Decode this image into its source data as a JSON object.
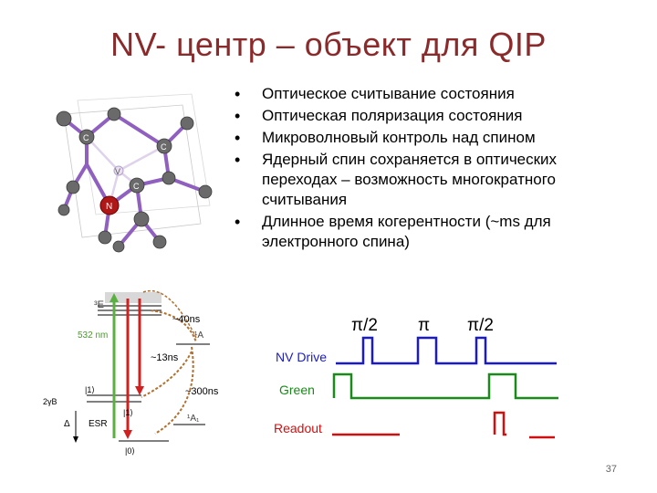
{
  "title": "NV- центр – объект для QIP",
  "bullets": [
    "Оптическое считывание состояния",
    "Оптическая поляризация состояния",
    "Микроволновый контроль над спином",
    "Ядерный спин сохраняется в оптических переходах – возможность многократного считывания",
    "Длинное время когерентности (~ms для электронного спина)"
  ],
  "molecule": {
    "carbon_label": "C",
    "vacancy_label": "V",
    "nitrogen_label": "N"
  },
  "energy_diagram": {
    "excited_label": "³E",
    "wavelength": "532 nm",
    "t1": "~40ns",
    "singlet_upper": "¹A",
    "t2": "~13ns",
    "t3": "~300ns",
    "state_pm1": "|1⟩",
    "state_pm1_lower": "|1⟩",
    "state_0": "|0⟩",
    "delta_label": "Δ",
    "zeeman_label": "2γB",
    "esr_label": "ESR",
    "singlet_lower": "¹A₁"
  },
  "pulse_sequence": {
    "pulse_labels": [
      "π/2",
      "π",
      "π/2"
    ],
    "rows": [
      "NV Drive",
      "Green",
      "Readout"
    ],
    "colors": {
      "drive": "#1a1acc",
      "green": "#1a8a1a",
      "readout": "#d01010"
    }
  },
  "page_number": "37"
}
